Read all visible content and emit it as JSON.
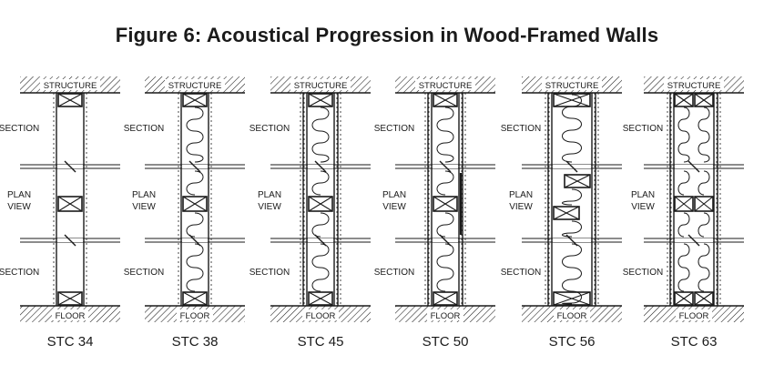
{
  "title": "Figure 6: Acoustical Progression in Wood-Framed Walls",
  "labels": {
    "structure": "STRUCTURE",
    "floor": "FLOOR",
    "section": "SECTION",
    "plan_line1": "PLAN",
    "plan_line2": "VIEW"
  },
  "assemblies": [
    {
      "stc": "STC 34",
      "insulation": false,
      "layers": 1,
      "studs": "single"
    },
    {
      "stc": "STC 38",
      "insulation": true,
      "layers": 1,
      "studs": "single"
    },
    {
      "stc": "STC 45",
      "insulation": true,
      "layers": 2,
      "studs": "single"
    },
    {
      "stc": "STC 50",
      "insulation": true,
      "layers": 2,
      "studs": "single-resilient"
    },
    {
      "stc": "STC 56",
      "insulation": true,
      "layers": 2,
      "studs": "staggered"
    },
    {
      "stc": "STC 63",
      "insulation": true,
      "layers": 2,
      "studs": "double"
    }
  ],
  "colors": {
    "ink": "#1a1a1a",
    "background": "#ffffff"
  }
}
